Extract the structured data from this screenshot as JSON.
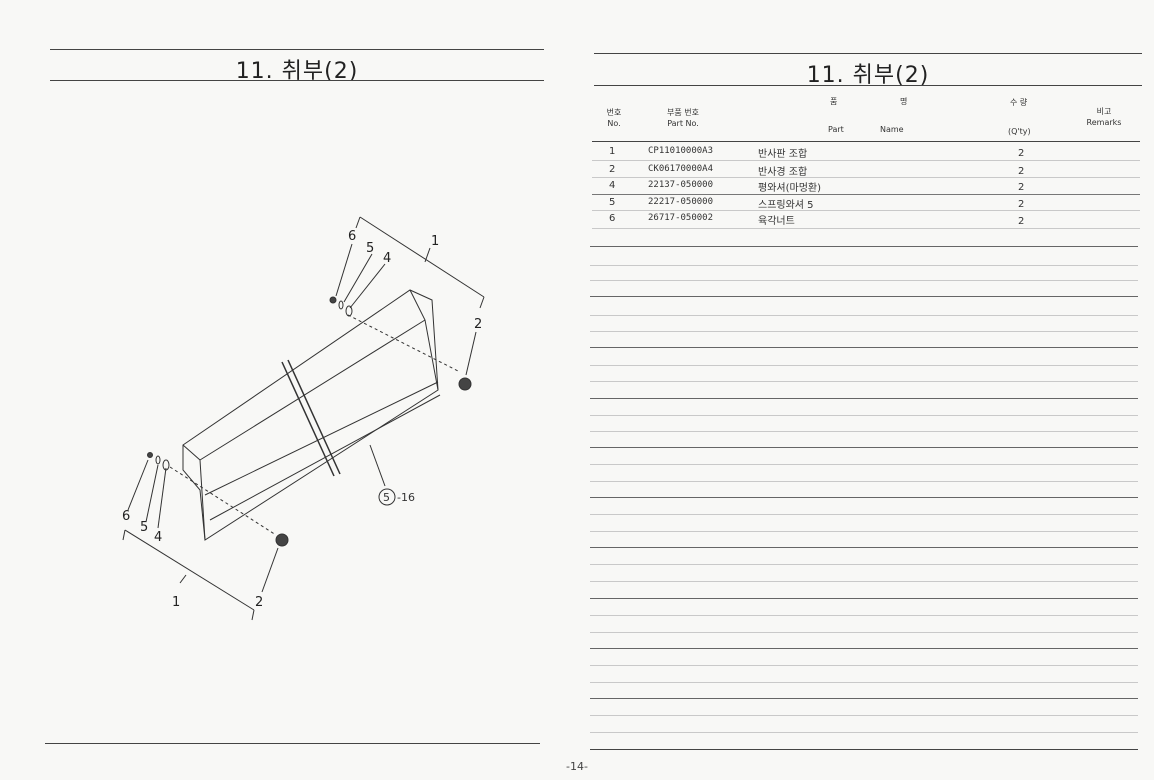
{
  "left_page": {
    "title": "11. 취부(2)",
    "callouts": {
      "top_6": "6",
      "top_5": "5",
      "top_4": "4",
      "top_1": "1",
      "top_2": "2",
      "ref": "5",
      "ref_suffix": "-16",
      "bottom_6": "6",
      "bottom_5": "5",
      "bottom_4": "4",
      "bottom_1": "1",
      "bottom_2": "2"
    }
  },
  "right_page": {
    "title": "11. 취부(2)",
    "headers": {
      "no_ko": "번호",
      "no_en": "No.",
      "part_no_ko": "부품 번호",
      "part_no_en": "Part No.",
      "name_ko_1": "품",
      "name_ko_2": "명",
      "name_en_1": "Part",
      "name_en_2": "Name",
      "qty_ko": "수 량",
      "qty_en": "(Q'ty)",
      "remarks_ko": "비고",
      "remarks_en": "Remarks"
    },
    "rows": [
      {
        "no": "1",
        "part_no": "CP11010000A3",
        "name": "반사판 조합",
        "qty": "2"
      },
      {
        "no": "2",
        "part_no": "CK06170000A4",
        "name": "반사경 조합",
        "qty": "2"
      },
      {
        "no": "4",
        "part_no": "22137-050000",
        "name": "평와셔(마멍환)",
        "qty": "2"
      },
      {
        "no": "5",
        "part_no": "22217-050000",
        "name": "스프링와셔 5",
        "qty": "2"
      },
      {
        "no": "6",
        "part_no": "26717-050002",
        "name": "육각너트",
        "qty": "2"
      }
    ]
  },
  "footer": {
    "page_number": "-14-"
  }
}
